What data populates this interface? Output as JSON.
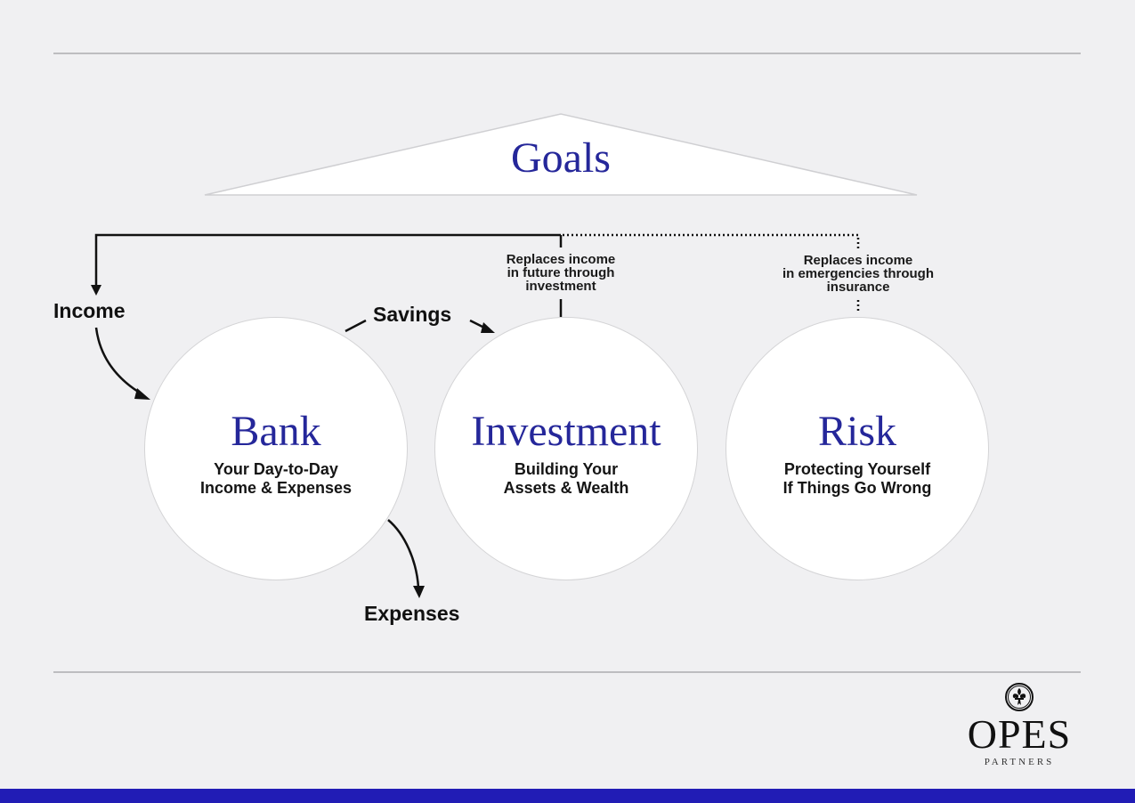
{
  "colors": {
    "background": "#f0f0f2",
    "title_blue": "#25279a",
    "bar_blue": "#211cb5",
    "rule_gray": "#bdbdc0",
    "circle_fill": "#ffffff",
    "text_dark": "#111111"
  },
  "roof": {
    "title": "Goals"
  },
  "flows": {
    "income": "Income",
    "savings": "Savings",
    "expenses": "Expenses"
  },
  "notes": {
    "investment": [
      "Replaces income",
      "in future through",
      "investment"
    ],
    "risk": [
      "Replaces income",
      "in emergencies through",
      "insurance"
    ]
  },
  "pillars": [
    {
      "title": "Bank",
      "subtitle": [
        "Your Day-to-Day",
        "Income & Expenses"
      ]
    },
    {
      "title": "Investment",
      "subtitle": [
        "Building Your",
        "Assets & Wealth"
      ]
    },
    {
      "title": "Risk",
      "subtitle": [
        "Protecting Yourself",
        "If Things Go Wrong"
      ]
    }
  ],
  "logo": {
    "icon": "fleur-de-lis-icon",
    "wordmark": "OPES",
    "subtitle": "PARTNERS"
  }
}
